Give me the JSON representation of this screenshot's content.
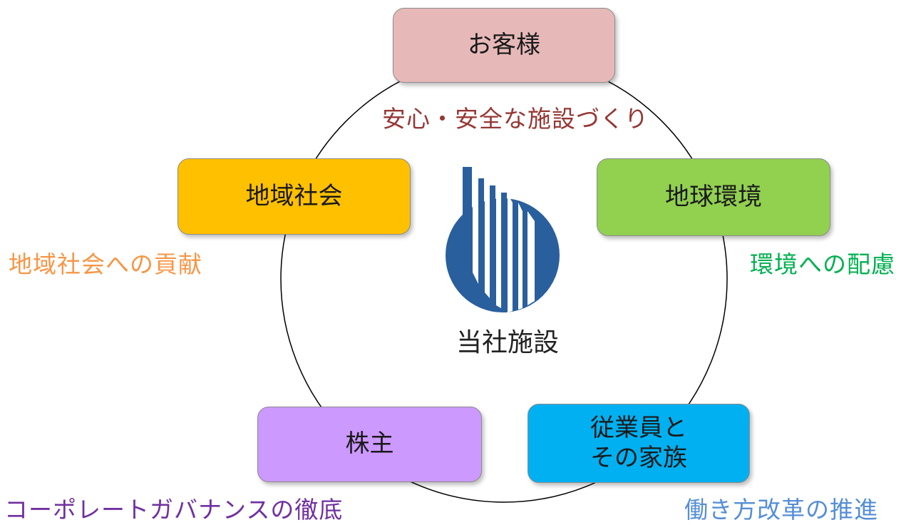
{
  "center": {
    "label": "当社施設",
    "logo_icon": "company-droplet-logo-icon",
    "logo_color": "#2a5f9e"
  },
  "stakeholders": [
    {
      "id": "customers",
      "label": "お客様",
      "caption": "安心・安全な施設づくり",
      "fill": "#e6b9b8",
      "caption_color": "#953735"
    },
    {
      "id": "global-env",
      "label": "地球環境",
      "caption": "環境への配慮",
      "fill": "#92d050",
      "caption_color": "#00b050"
    },
    {
      "id": "employees",
      "label_lines": [
        "従業員と",
        "その家族"
      ],
      "caption": "働き方改革の推進",
      "fill": "#00b0f0",
      "caption_color": "#558ed5"
    },
    {
      "id": "shareholders",
      "label": "株主",
      "caption": "コーポレートガバナンスの徹底",
      "fill": "#cc99ff",
      "caption_color": "#7030a0"
    },
    {
      "id": "community",
      "label": "地域社会",
      "caption": "地域社会への貢献",
      "fill": "#ffc000",
      "caption_color": "#f79646"
    }
  ],
  "ring_color": "#000000"
}
